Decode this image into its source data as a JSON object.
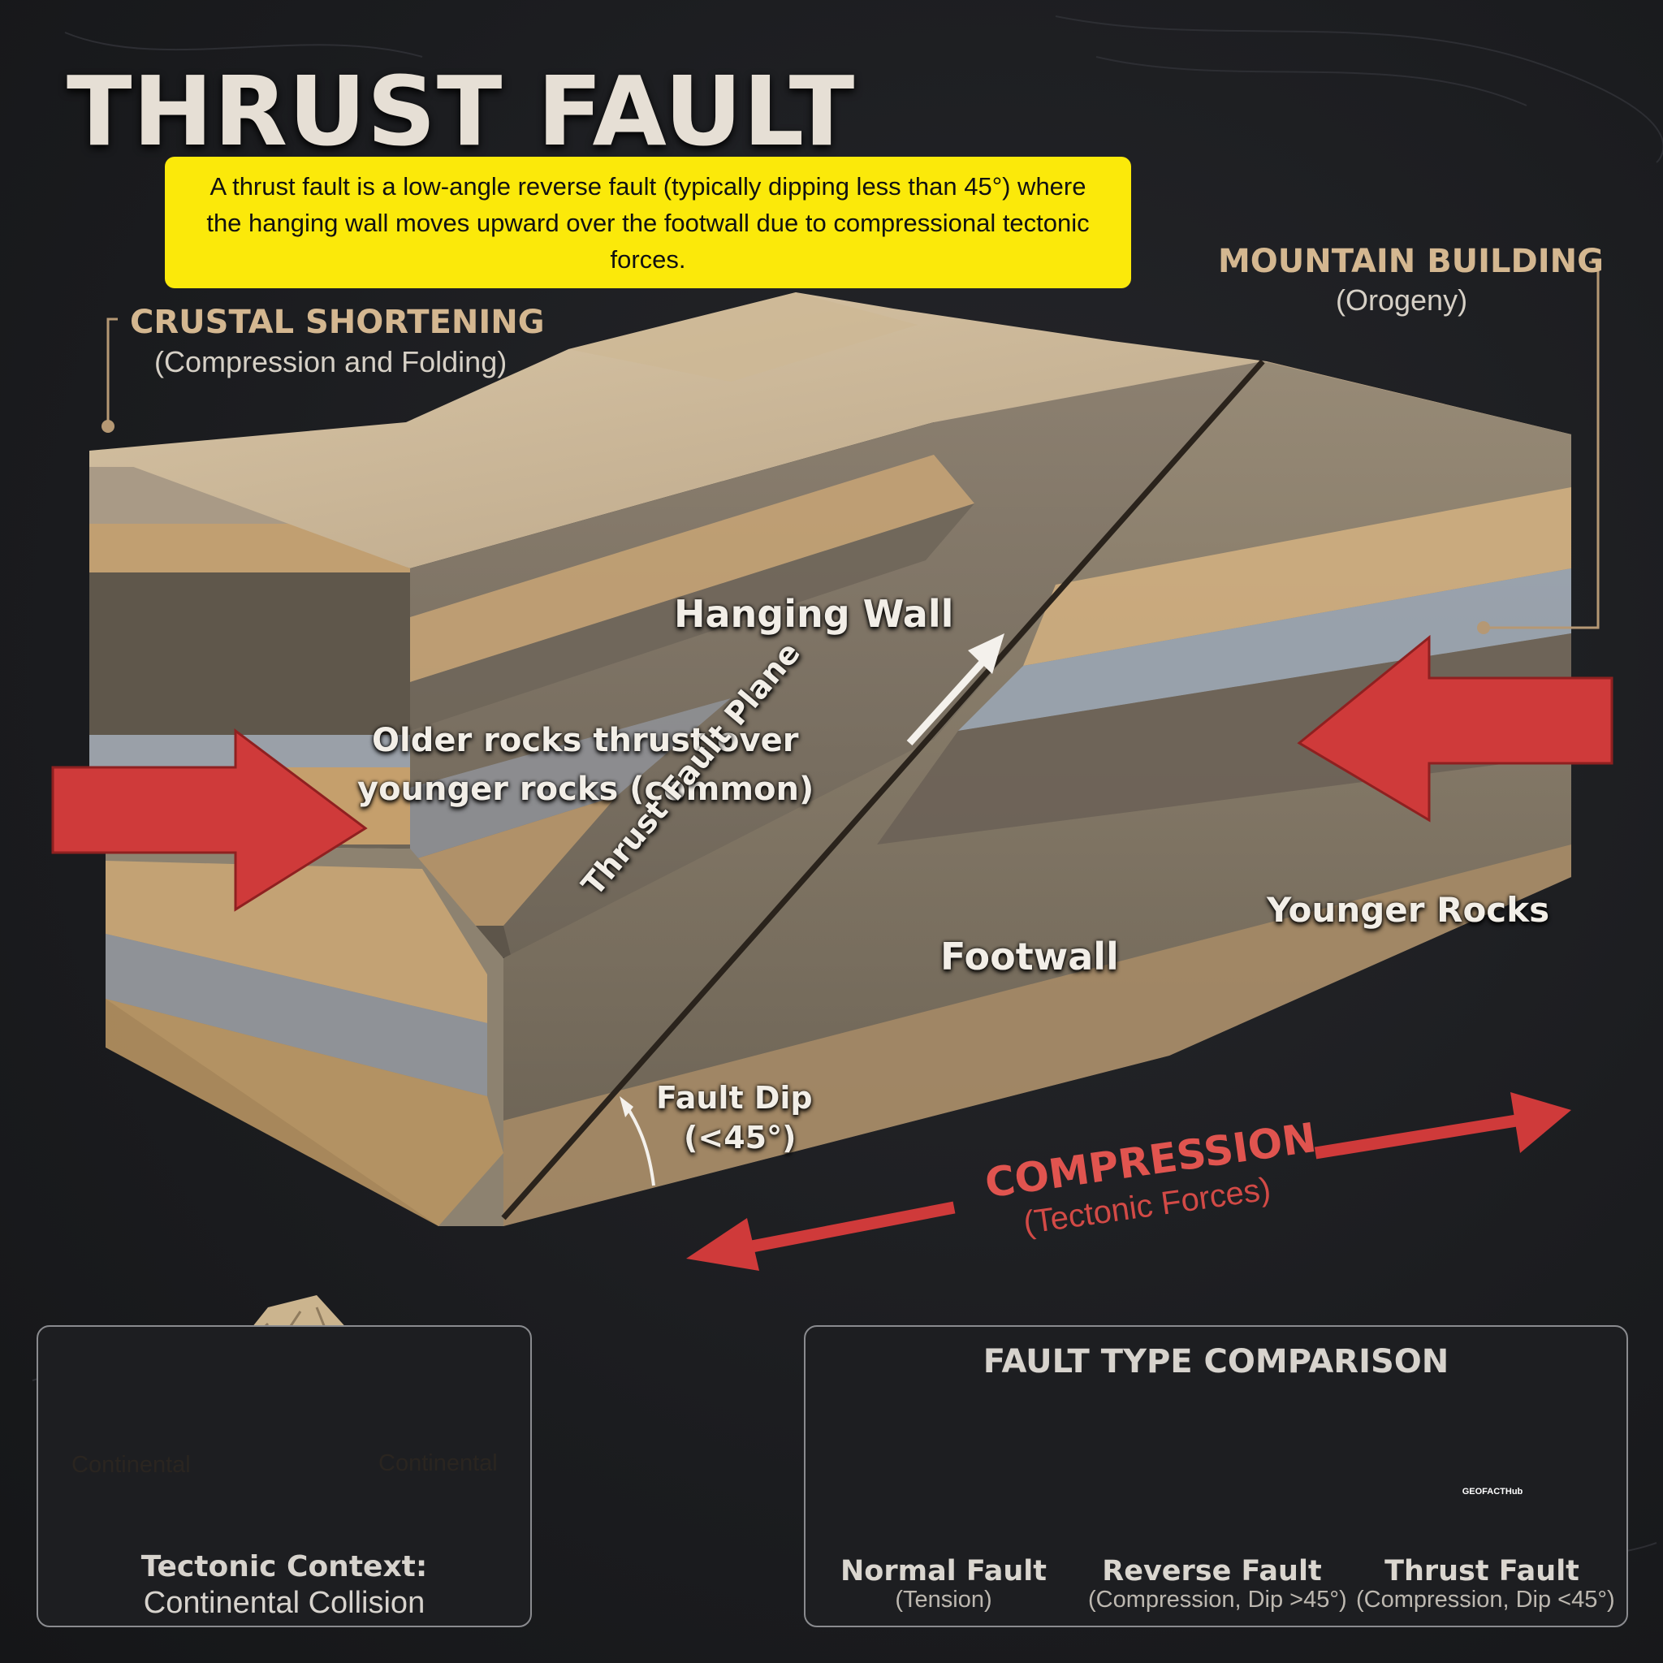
{
  "title": "THRUST FAULT",
  "definition": "A thrust fault is a low-angle reverse fault (typically dipping less than 45°) where the hanging wall moves upward over the footwall due to compressional tectonic forces.",
  "callouts": {
    "crustal_shortening": {
      "heading": "CRUSTAL SHORTENING",
      "sub": "(Compression and Folding)"
    },
    "mountain_building": {
      "heading": "MOUNTAIN BUILDING",
      "sub": "(Orogeny)"
    }
  },
  "block_labels": {
    "hanging_wall": "Hanging Wall",
    "older_rocks_line1": "Older rocks thrust over",
    "older_rocks_line2": "younger rocks (common)",
    "thrust_fault_plane": "Thrust Fault Plane",
    "footwall": "Footwall",
    "younger_rocks": "Younger Rocks",
    "fault_dip": "Fault Dip",
    "fault_dip_value": "(<45°)"
  },
  "compression": {
    "heading": "COMPRESSION",
    "sub": "(Tectonic Forces)"
  },
  "tectonic_context": {
    "left_label": "Continental",
    "right_label": "Continental",
    "caption_line1": "Tectonic Context:",
    "caption_line2": "Continental Collision"
  },
  "fault_comparison": {
    "heading": "FAULT TYPE COMPARISON",
    "types": [
      {
        "name": "Normal Fault",
        "sub": "(Tension)"
      },
      {
        "name": "Reverse Fault",
        "sub": "(Compression, Dip >45°)"
      },
      {
        "name": "Thrust Fault",
        "sub": "(Compression, Dip <45°)"
      }
    ]
  },
  "logo_text": "GEOFACTHub",
  "colors": {
    "definition_bg": "#fbe90a",
    "arrow_red": "#cf3a3a",
    "callout_tan": "#d4b790",
    "background": "#1c1d20"
  }
}
